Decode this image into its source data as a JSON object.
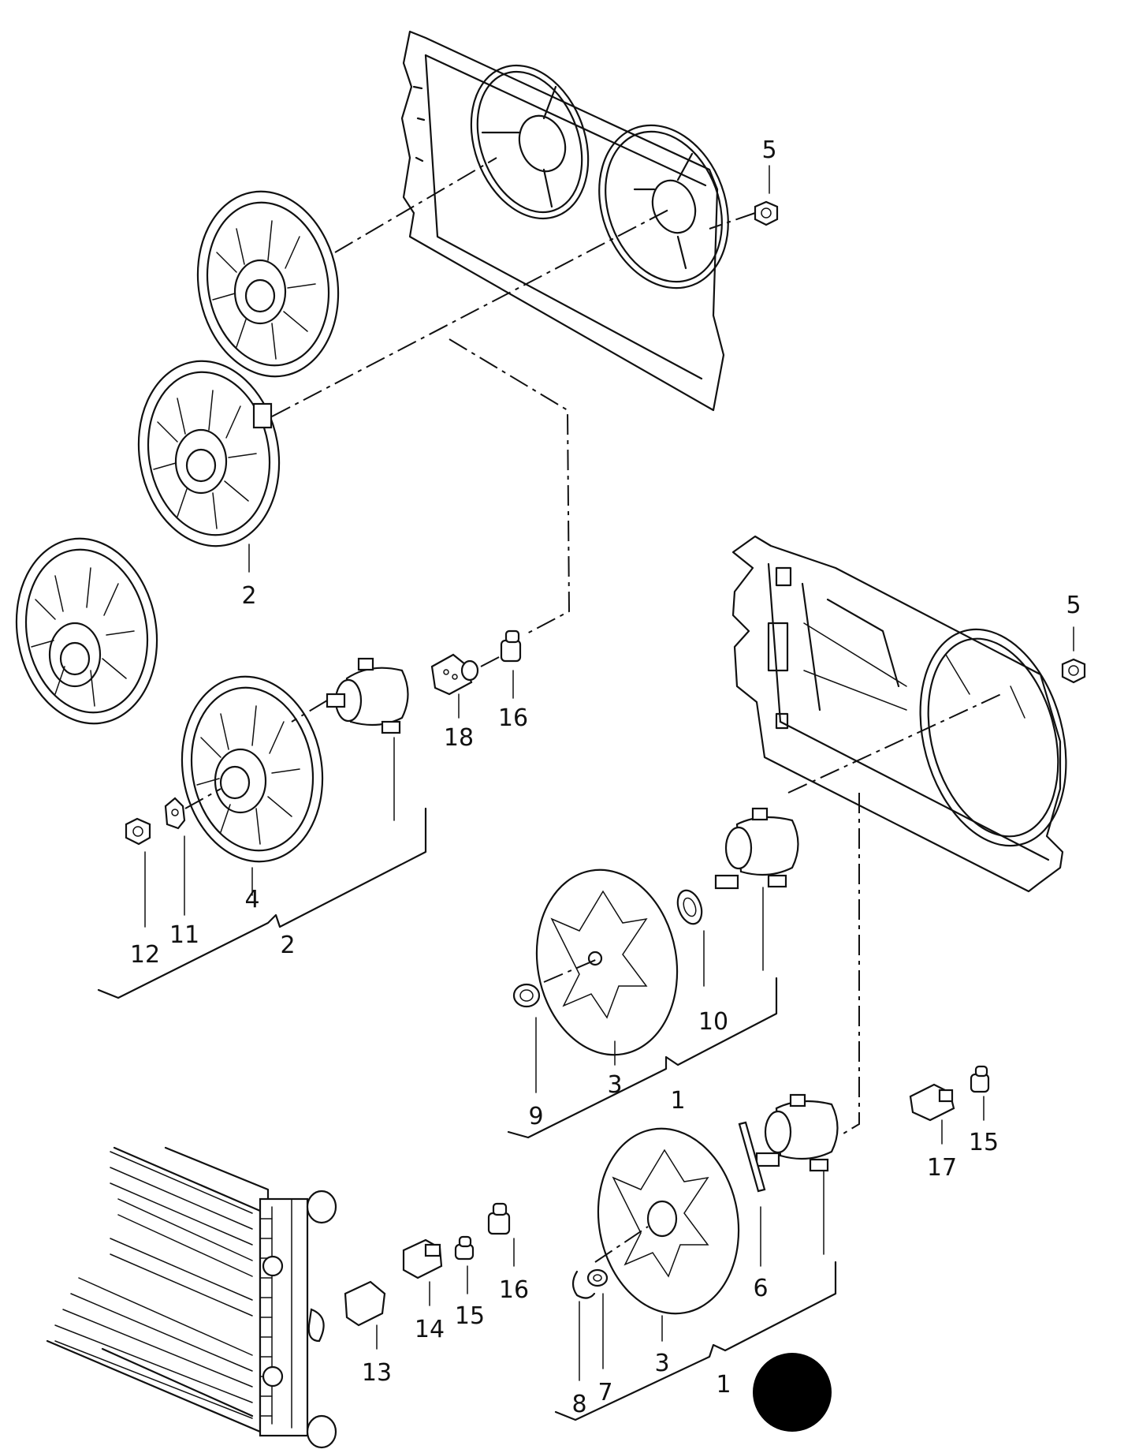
{
  "callouts": [
    {
      "id": "c-5-top",
      "text": "5"
    },
    {
      "id": "c-2-upper",
      "text": "2"
    },
    {
      "id": "c-5-right",
      "text": "5"
    },
    {
      "id": "c-16-upper",
      "text": "16"
    },
    {
      "id": "c-18",
      "text": "18"
    },
    {
      "id": "c-4",
      "text": "4"
    },
    {
      "id": "c-12",
      "text": "12"
    },
    {
      "id": "c-11",
      "text": "11"
    },
    {
      "id": "c-2-bracket",
      "text": "2"
    },
    {
      "id": "c-10",
      "text": "10"
    },
    {
      "id": "c-9",
      "text": "9"
    },
    {
      "id": "c-3-upper",
      "text": "3"
    },
    {
      "id": "c-1-upper",
      "text": "1"
    },
    {
      "id": "c-15-right",
      "text": "15"
    },
    {
      "id": "c-17",
      "text": "17"
    },
    {
      "id": "c-16-lower",
      "text": "16"
    },
    {
      "id": "c-15-lower",
      "text": "15"
    },
    {
      "id": "c-14",
      "text": "14"
    },
    {
      "id": "c-13",
      "text": "13"
    },
    {
      "id": "c-6",
      "text": "6"
    },
    {
      "id": "c-3-lower",
      "text": "3"
    },
    {
      "id": "c-1-lower",
      "text": "1"
    },
    {
      "id": "c-8",
      "text": "8"
    },
    {
      "id": "c-7",
      "text": "7"
    }
  ],
  "colors": {
    "ink": "#111111",
    "background": "#ffffff"
  }
}
